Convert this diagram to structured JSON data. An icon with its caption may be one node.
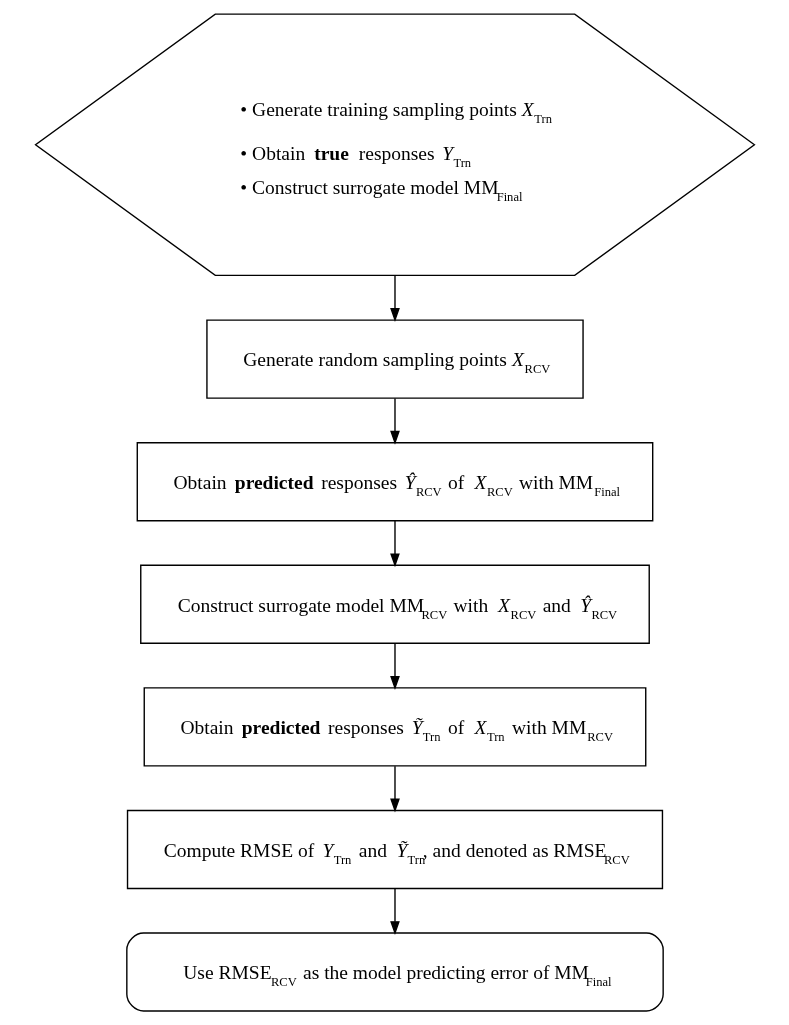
{
  "diagram": {
    "nodes": [
      {
        "text": [
          "• Generate training sampling points *X*$_{Trn}$",
          "• Obtain **true** responses *Y*$_{Trn}$",
          "• Construct surrogate model MM$_{Final}$"
        ]
      },
      {
        "text": [
          "Generate random sampling points *X*$_{RCV}$"
        ]
      },
      {
        "text": [
          "Obtain **predicted** responses *Ŷ*$_{RCV}$ of *X*$_{RCV}$ with MM$_{Final}$"
        ]
      },
      {
        "text": [
          "Construct surrogate model MM$_{RCV}$ with *X*$_{RCV}$ and *Ŷ*$_{RCV}$"
        ]
      },
      {
        "text": [
          "Obtain **predicted** responses *Ỹ*$_{Trn}$ of *X*$_{Trn}$ with MM$_{RCV}$"
        ]
      },
      {
        "text": [
          "Compute RMSE of *Y*$_{Trn}$ and *Ỹ*$_{Trn}$, and denoted as RMSE$_{RCV}$"
        ]
      },
      {
        "text": [
          "Use RMSE$_{RCV}$ as the model predicting error of MM$_{Final}$"
        ]
      }
    ],
    "edges": [
      {
        "from": 0,
        "to": 1,
        "arrow": "to"
      },
      {
        "from": 1,
        "to": 2,
        "arrow": "to"
      },
      {
        "from": 2,
        "to": 3,
        "arrow": "to"
      },
      {
        "from": 3,
        "to": 4,
        "arrow": "to"
      },
      {
        "from": 4,
        "to": 5,
        "arrow": "to"
      },
      {
        "from": 5,
        "to": 6,
        "arrow": "to"
      }
    ]
  }
}
